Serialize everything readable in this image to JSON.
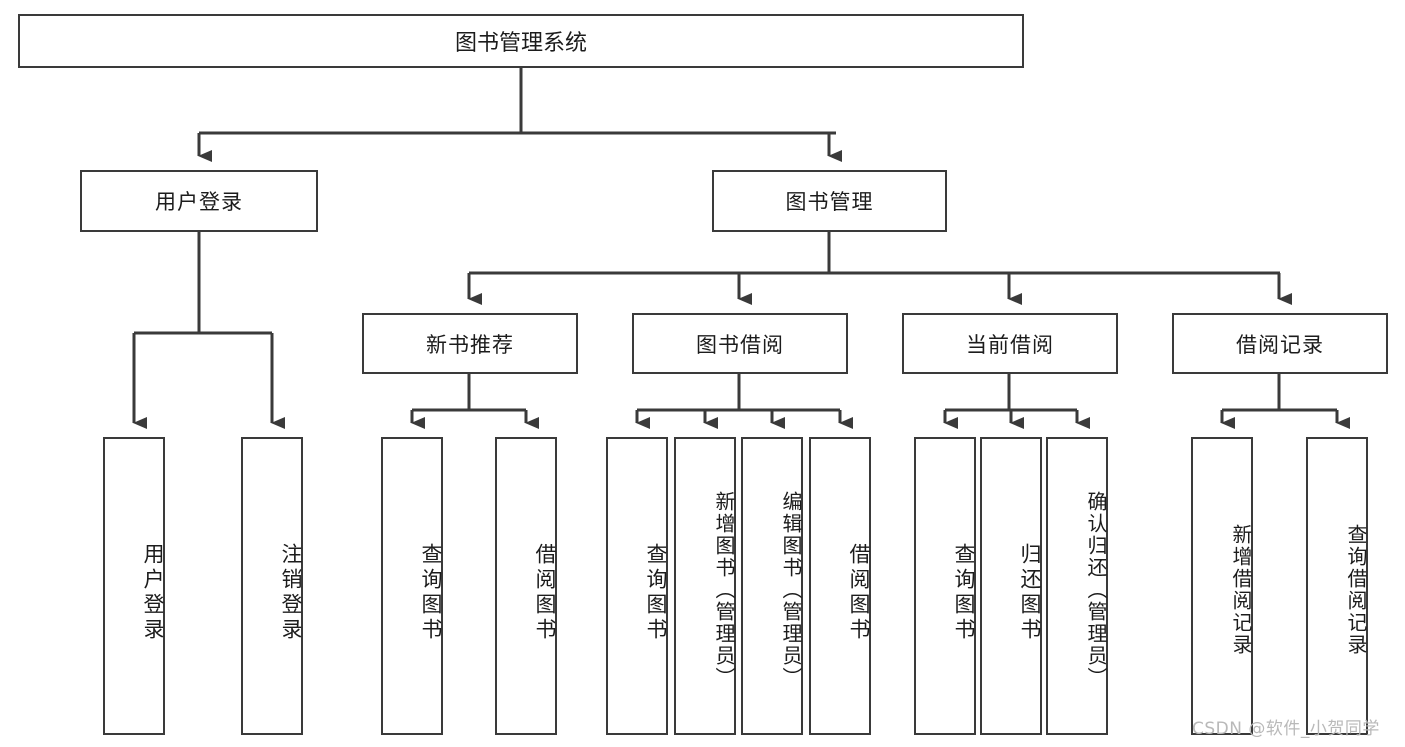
{
  "diagram": {
    "title": "图书管理系统",
    "type": "hierarchy-tree",
    "levels": 4,
    "colors": {
      "box_border": "#3a3a3a",
      "box_fill": "#ffffff",
      "connector": "#3a3a3a",
      "text": "#1c1c1c",
      "watermark": "#b9b9b9",
      "background": "#ffffff"
    },
    "root": {
      "label": "图书管理系统"
    },
    "level2": [
      {
        "label": "用户登录"
      },
      {
        "label": "图书管理"
      }
    ],
    "level3": [
      {
        "label": "新书推荐"
      },
      {
        "label": "图书借阅"
      },
      {
        "label": "当前借阅"
      },
      {
        "label": "借阅记录"
      }
    ],
    "leaves": {
      "user_login": [
        {
          "label": "用户登录"
        },
        {
          "label": "注销登录"
        }
      ],
      "new_book_recommend": [
        {
          "label": "查询图书"
        },
        {
          "label": "借阅图书"
        }
      ],
      "book_borrow": [
        {
          "label": "查询图书"
        },
        {
          "label": "新增图书（管理员）"
        },
        {
          "label": "编辑图书（管理员）"
        },
        {
          "label": "借阅图书"
        }
      ],
      "current_borrow": [
        {
          "label": "查询图书"
        },
        {
          "label": "归还图书"
        },
        {
          "label": "确认归还（管理员）"
        }
      ],
      "borrow_record": [
        {
          "label": "新增借阅记录"
        },
        {
          "label": "查询借阅记录"
        }
      ]
    }
  },
  "watermark": {
    "text": "CSDN @软件_小贺同学"
  }
}
